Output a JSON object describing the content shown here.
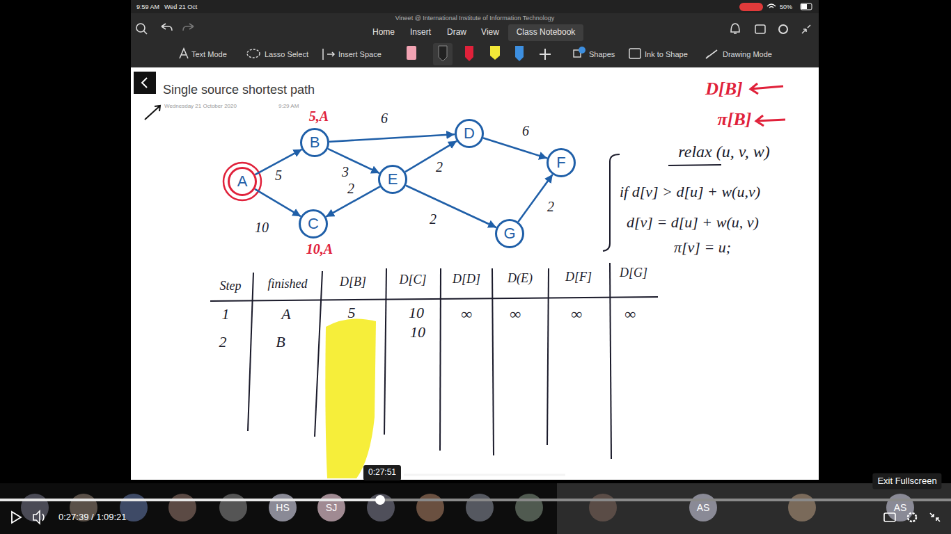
{
  "diagram": {
    "title": "Single source shortest path",
    "nodes": [
      {
        "text": [
          "A"
        ]
      },
      {
        "text": [
          "B"
        ]
      },
      {
        "text": [
          "C"
        ]
      },
      {
        "text": [
          "D"
        ]
      },
      {
        "text": [
          "E"
        ]
      },
      {
        "text": [
          "F"
        ]
      },
      {
        "text": [
          "G"
        ]
      }
    ],
    "edges": [
      {
        "from": 0,
        "to": 1,
        "label": "5",
        "arrow": "to"
      },
      {
        "from": 0,
        "to": 2,
        "label": "10",
        "arrow": "to"
      },
      {
        "from": 1,
        "to": 3,
        "label": "6",
        "arrow": "to"
      },
      {
        "from": 1,
        "to": 4,
        "label": "3",
        "arrow": "to"
      },
      {
        "from": 4,
        "to": 3,
        "label": "2",
        "arrow": "to"
      },
      {
        "from": 4,
        "to": 2,
        "label": "2",
        "arrow": "to"
      },
      {
        "from": 4,
        "to": 6,
        "label": "2",
        "arrow": "to"
      },
      {
        "from": 3,
        "to": 5,
        "label": "6",
        "arrow": "to"
      },
      {
        "from": 6,
        "to": 5,
        "label": "2",
        "arrow": "to"
      }
    ],
    "labels": [
      "9:59 AM",
      "Wed 21 Oct",
      "Vineet @ International Institute of Information Technology",
      "50%",
      "Home",
      "Insert",
      "Draw",
      "View",
      "Class Notebook",
      "Text Mode",
      "Lasso Select",
      "Insert Space",
      "Shapes",
      "Ink to Shape",
      "Drawing Mode",
      "Wednesday 21 October 2020",
      "9:29 AM",
      "5,A",
      "10,A",
      "D[B]",
      "π[B]",
      "relax (u, v, w)",
      "if d[v] > d[u] + w(u,v)",
      "d[v] = d[u] + w(u, v)",
      "π[v] = u;",
      "Step",
      "finished",
      "D[B]",
      "D[C]",
      "D[D]",
      "D(E)",
      "D[F]",
      "D[G]",
      "1",
      "A",
      "5",
      "10",
      "∞",
      "∞",
      "∞",
      "∞",
      "2",
      "B",
      "10",
      "0:27:51",
      "0:27:39 / 1:09:21",
      "Exit Fullscreen",
      "HS",
      "SJ",
      "AS",
      "AS"
    ]
  }
}
